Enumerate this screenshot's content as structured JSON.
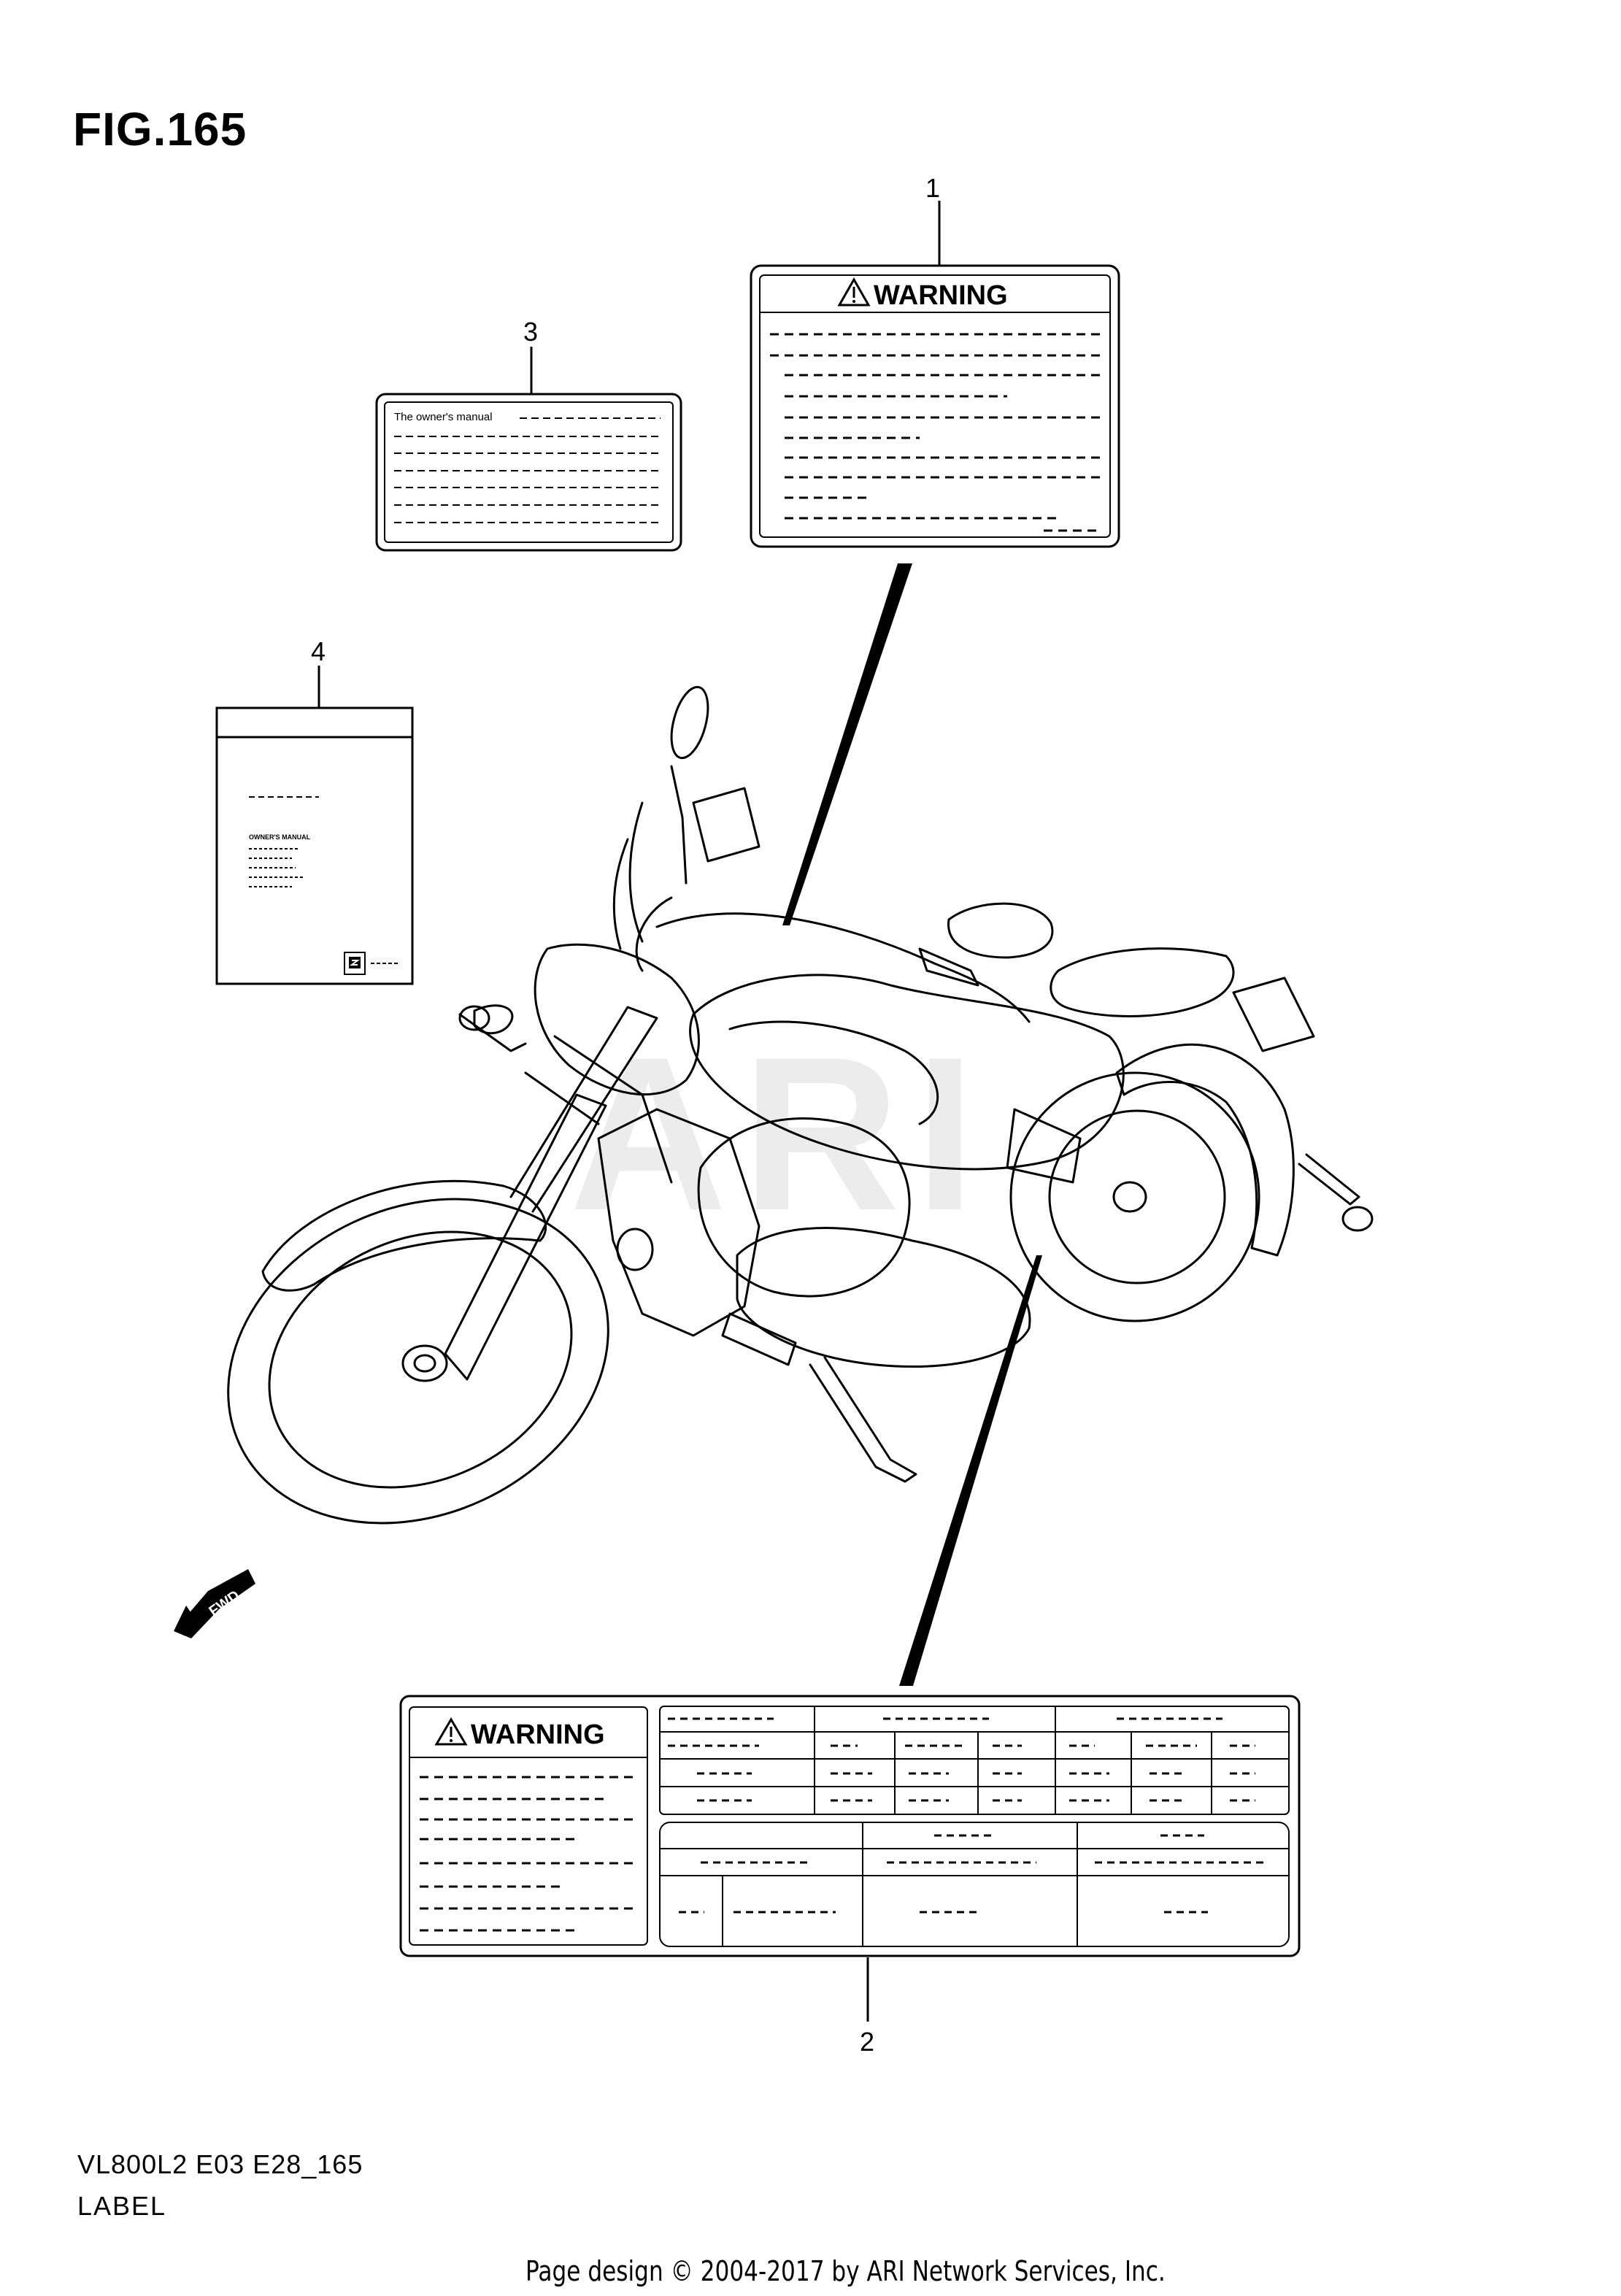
{
  "figure": {
    "title": "FIG.165",
    "model_code": "VL800L2 E03 E28_165",
    "section_name": "LABEL"
  },
  "callouts": [
    "1",
    "2",
    "3",
    "4"
  ],
  "labels": {
    "warning_label_1": {
      "heading": "WARNING",
      "icon": "warning-triangle-icon"
    },
    "owners_manual_label_3": {
      "first_line": "The owner's manual"
    },
    "owners_manual_book_4": {
      "title": "OWNER'S MANUAL",
      "icon": "suzuki-logo-icon"
    },
    "warning_label_2": {
      "heading": "WARNING",
      "icon": "warning-triangle-icon"
    }
  },
  "direction_marker": {
    "text": "FWD",
    "icon": "fwd-arrow-icon"
  },
  "watermark": "ARI",
  "footer": "Page design © 2004-2017 by ARI Network Services, Inc."
}
